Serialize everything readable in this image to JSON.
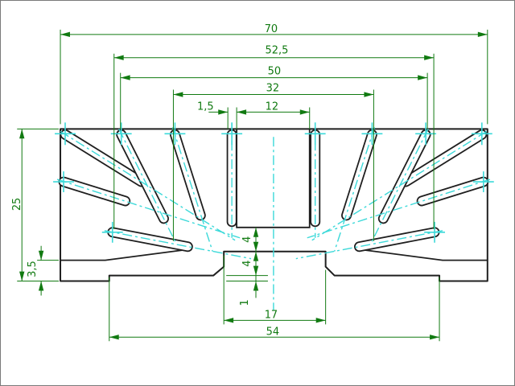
{
  "drawing": {
    "title": "finned heatsink extrusion cross-section, dimensioned technical drawing",
    "colors": {
      "background": "#ffffff",
      "outline": "#1f1f1f",
      "dimension": "#117a11",
      "centerline": "#3cd9d9"
    },
    "labels": {
      "dim_70": "70",
      "dim_52_5": "52,5",
      "dim_50": "50",
      "dim_32": "32",
      "dim_12": "12",
      "dim_1_5": "1,5",
      "dim_25": "25",
      "dim_3_5": "3,5",
      "dim_4_boss": "4",
      "dim_4_base": "4",
      "dim_1_step": "1",
      "dim_17": "17",
      "dim_54": "54"
    }
  }
}
